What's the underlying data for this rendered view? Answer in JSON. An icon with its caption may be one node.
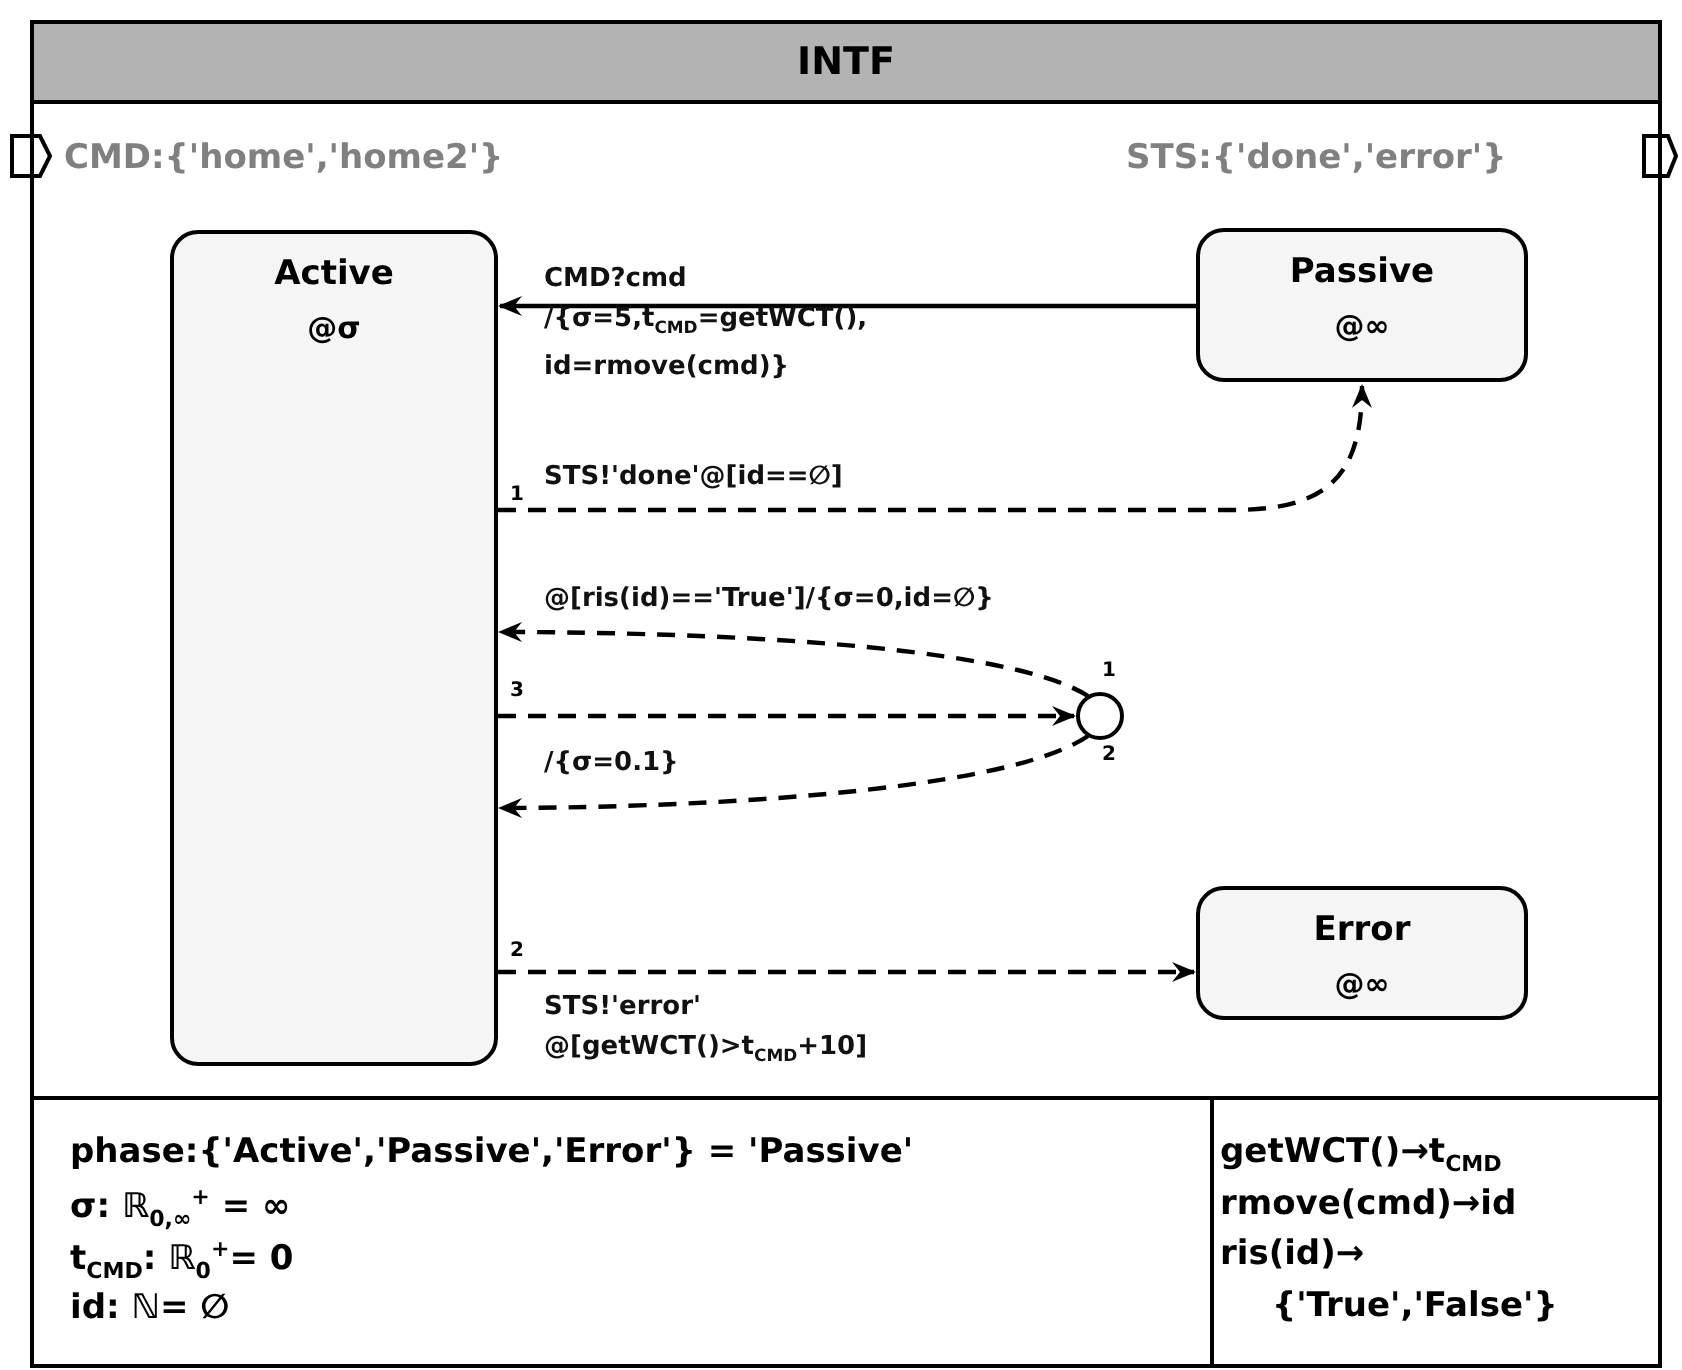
{
  "diagram": {
    "nodes": [
      {
        "text": [
          "INTF"
        ]
      },
      {
        "text": [
          "Active",
          "@σ"
        ],
        "in": 0
      },
      {
        "text": [
          "Passive",
          "@∞"
        ],
        "in": 0
      },
      {
        "text": [
          "Error",
          "@∞"
        ],
        "in": 0
      },
      {
        "text": [],
        "shape": "circle",
        "in": 0
      }
    ],
    "edges": [
      {
        "from": 2,
        "to": 1,
        "arrow": "to",
        "label": "CMD?cmd /{σ=5,t$_{CMD}$=getWCT(), id=rmove(cmd)}"
      },
      {
        "from": 1,
        "to": 2,
        "arrow": "to",
        "style": "dashed",
        "label": "STS!'done'@[id==∅]"
      },
      {
        "from": 4,
        "to": 1,
        "arrow": "to",
        "style": "dashed",
        "label": "@[ris(id)=='True']/{σ=0,id=∅}"
      },
      {
        "from": 1,
        "to": 4,
        "arrow": "to",
        "style": "dashed"
      },
      {
        "from": 4,
        "to": 1,
        "arrow": "to",
        "style": "dashed",
        "label": "/{σ=0.1}"
      },
      {
        "from": 1,
        "to": 3,
        "arrow": "to",
        "style": "dashed",
        "label": "STS!'error' @[getWCT()>t$_{CMD}$+10]"
      }
    ],
    "labels": [
      "CMD:{'home','home2'}",
      "STS:{'done','error'}",
      "1",
      "1",
      "3",
      "2",
      "2",
      "phase:{'Active','Passive','Error'} = 'Passive'",
      "σ: ℝ$_{0,∞}$$^{+}$ = ∞",
      "t$_{CMD}$: ℝ$_{0}$$^{+}$= 0",
      "id: ℕ= ∅",
      "getWCT()→t$_{CMD}$",
      "rmove(cmd)→id",
      "ris(id)→ {'True','False'}"
    ]
  }
}
